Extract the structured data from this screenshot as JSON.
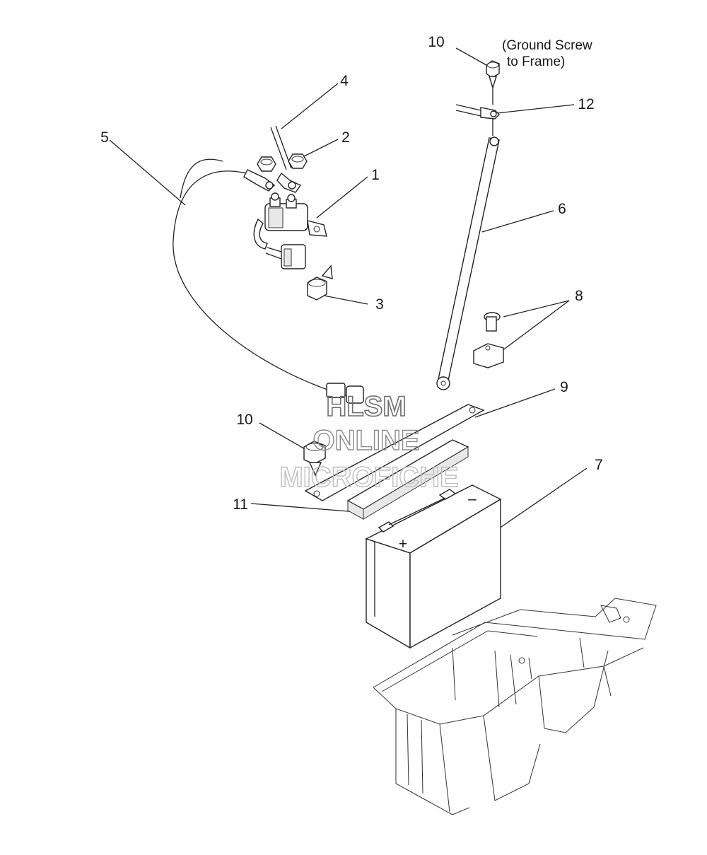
{
  "callouts": {
    "c1": "1",
    "c2": "2",
    "c3": "3",
    "c4": "4",
    "c5": "5",
    "c6": "6",
    "c7": "7",
    "c8": "8",
    "c9": "9",
    "c10_top": "10",
    "c10_mid": "10",
    "c11": "11",
    "c12": "12"
  },
  "notes": {
    "ground_line1": "(Ground Screw",
    "ground_line2": "to Frame)"
  },
  "battery": {
    "plus": "+",
    "minus": "–"
  },
  "watermark": {
    "line1": "HLSM",
    "line2": "ONLINE",
    "line3": "MICROFICHE"
  }
}
